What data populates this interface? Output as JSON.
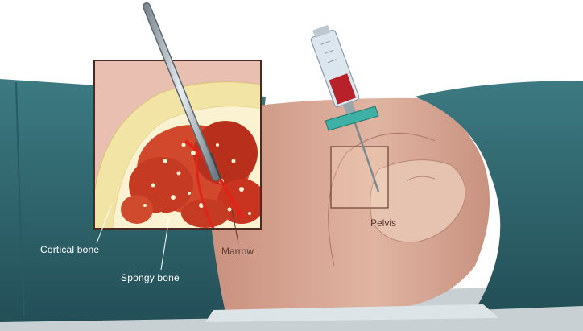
{
  "labels": {
    "cortical": "Cortical bone",
    "spongy": "Spongy bone",
    "marrow": "Marrow",
    "pelvis": "Pelvis"
  },
  "colors": {
    "drape": "#2f6870",
    "skin": "#d9a894",
    "bone_yellow": "#f2e4a4",
    "marrow_red": "#c8341f",
    "syringe_blood": "#b8202a",
    "needle_guard": "#3fb0a6"
  }
}
